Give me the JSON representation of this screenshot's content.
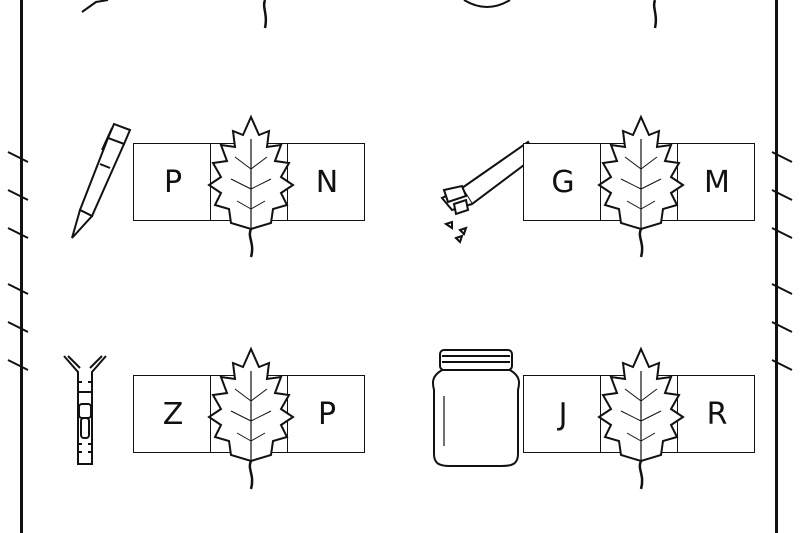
{
  "puzzles": [
    {
      "first": "P",
      "last": "N",
      "picture": "pen-icon"
    },
    {
      "first": "G",
      "last": "M",
      "picture": "gum-icon"
    },
    {
      "first": "Z",
      "last": "P",
      "picture": "zipper-icon"
    },
    {
      "first": "J",
      "last": "R",
      "picture": "jar-icon"
    }
  ],
  "middle_icon": "leaf-icon"
}
